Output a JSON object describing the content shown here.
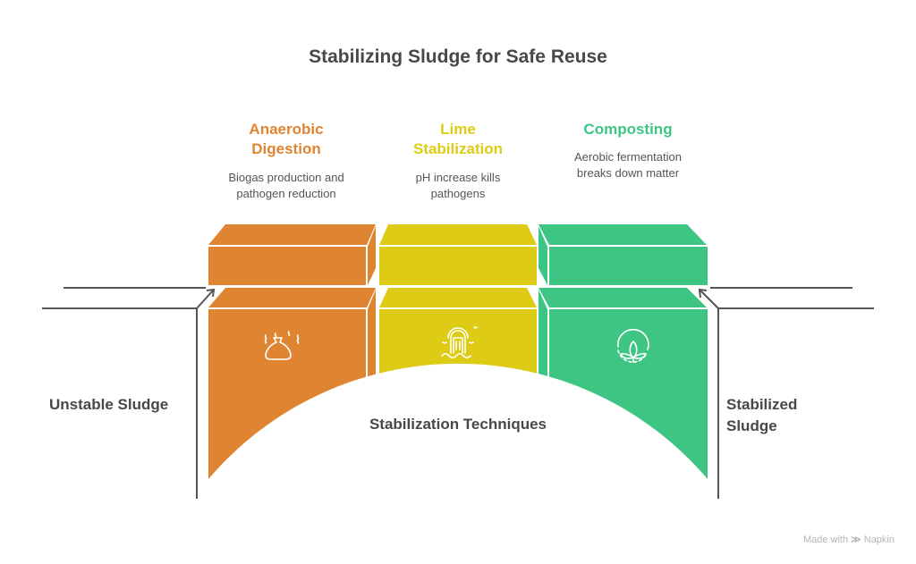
{
  "title": "Stabilizing Sludge for Safe Reuse",
  "colors": {
    "anaerobic": "#DF8431",
    "lime": "#DECB16",
    "composting": "#3EC584",
    "text": "#484848",
    "line": "#555555"
  },
  "techniques": [
    {
      "name": "Anaerobic Digestion",
      "name_line1": "Anaerobic",
      "name_line2": "Digestion",
      "desc_line1": "Biogas production and",
      "desc_line2": "pathogen reduction",
      "icon": "smelly-bag-icon"
    },
    {
      "name": "Lime Stabilization",
      "name_line1": "Lime",
      "name_line2": "Stabilization",
      "desc_line1": "pH increase kills",
      "desc_line2": "pathogens",
      "icon": "outflow-pipe-icon"
    },
    {
      "name": "Composting",
      "name_line1": "Composting",
      "desc_line1": "Aerobic fermentation",
      "desc_line2": "breaks down matter",
      "icon": "plant-leaves-icon"
    }
  ],
  "left_label": "Unstable Sludge",
  "right_label_line1": "Stabilized",
  "right_label_line2": "Sludge",
  "center_label": "Stabilization Techniques",
  "footer": {
    "made_with": "Made with",
    "brand": "Napkin"
  }
}
